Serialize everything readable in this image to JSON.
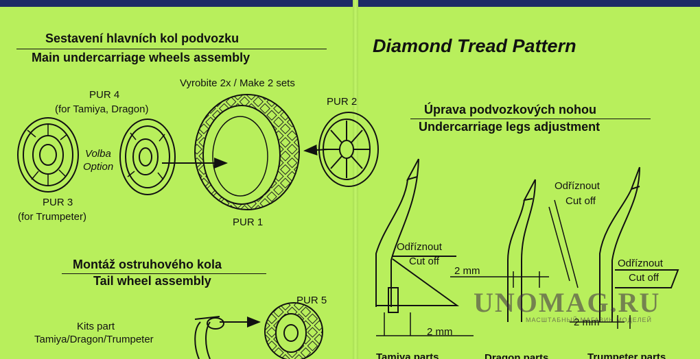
{
  "left": {
    "section1": {
      "title_cz": "Sestavení hlavních kol podvozku",
      "title_en": "Main undercarriage wheels assembly"
    },
    "make_sets": "Vyrobite 2x / Make 2 sets",
    "pur4": {
      "label": "PUR 4",
      "note": "(for Tamiya, Dragon)"
    },
    "option": {
      "cz": "Volba",
      "en": "Option"
    },
    "pur3": {
      "label": "PUR 3",
      "note": "(for Trumpeter)"
    },
    "pur2": "PUR 2",
    "pur1": "PUR 1",
    "section2": {
      "title_cz": "Montáž ostruhového kola",
      "title_en": "Tail wheel assembly"
    },
    "pur5": "PUR 5",
    "kits": {
      "line1": "Kits part",
      "line2": "Tamiya/Dragon/Trumpeter"
    }
  },
  "right": {
    "pattern_title": "Diamond Tread Pattern",
    "section": {
      "title_cz": "Úprava podvozkových nohou",
      "title_en": "Undercarriage legs adjustment"
    },
    "cut1": {
      "cz": "Odříznout",
      "en": "Cut off"
    },
    "cut2": {
      "cz": "Odříznout",
      "en": "Cut off"
    },
    "cut3": {
      "cz": "Odříznout",
      "en": "Cut off"
    },
    "dim1": "2 mm",
    "dim2": "2 mm",
    "dim3": "2 mm",
    "part1": "Tamiya parts",
    "part2": "Dragon parts",
    "part3": "Trumpeter parts"
  },
  "watermark": {
    "main": "UNOMAG.RU",
    "sub": "МАСШТАБНЫЙ МАГАЗИН МОДЕЛЕЙ"
  }
}
